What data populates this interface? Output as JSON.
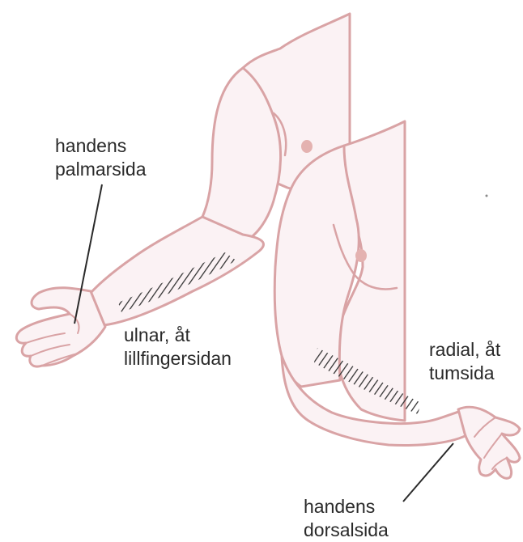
{
  "labels": {
    "palmar": {
      "line1": "handens",
      "line2": "palmarsida"
    },
    "ulnar": {
      "line1": "ulnar, åt",
      "line2": "lillfingersidan"
    },
    "radial": {
      "line1": "radial, åt",
      "line2": "tumsida"
    },
    "dorsal": {
      "line1": "handens",
      "line2": "dorsalsida"
    }
  },
  "colors": {
    "skin_fill": "#fbf2f4",
    "skin_outline": "#d9a3a5",
    "nipple": "#e4b2b0",
    "hatch": "#333333",
    "leader_line": "#2a2a2a",
    "text": "#2a2a2a"
  }
}
